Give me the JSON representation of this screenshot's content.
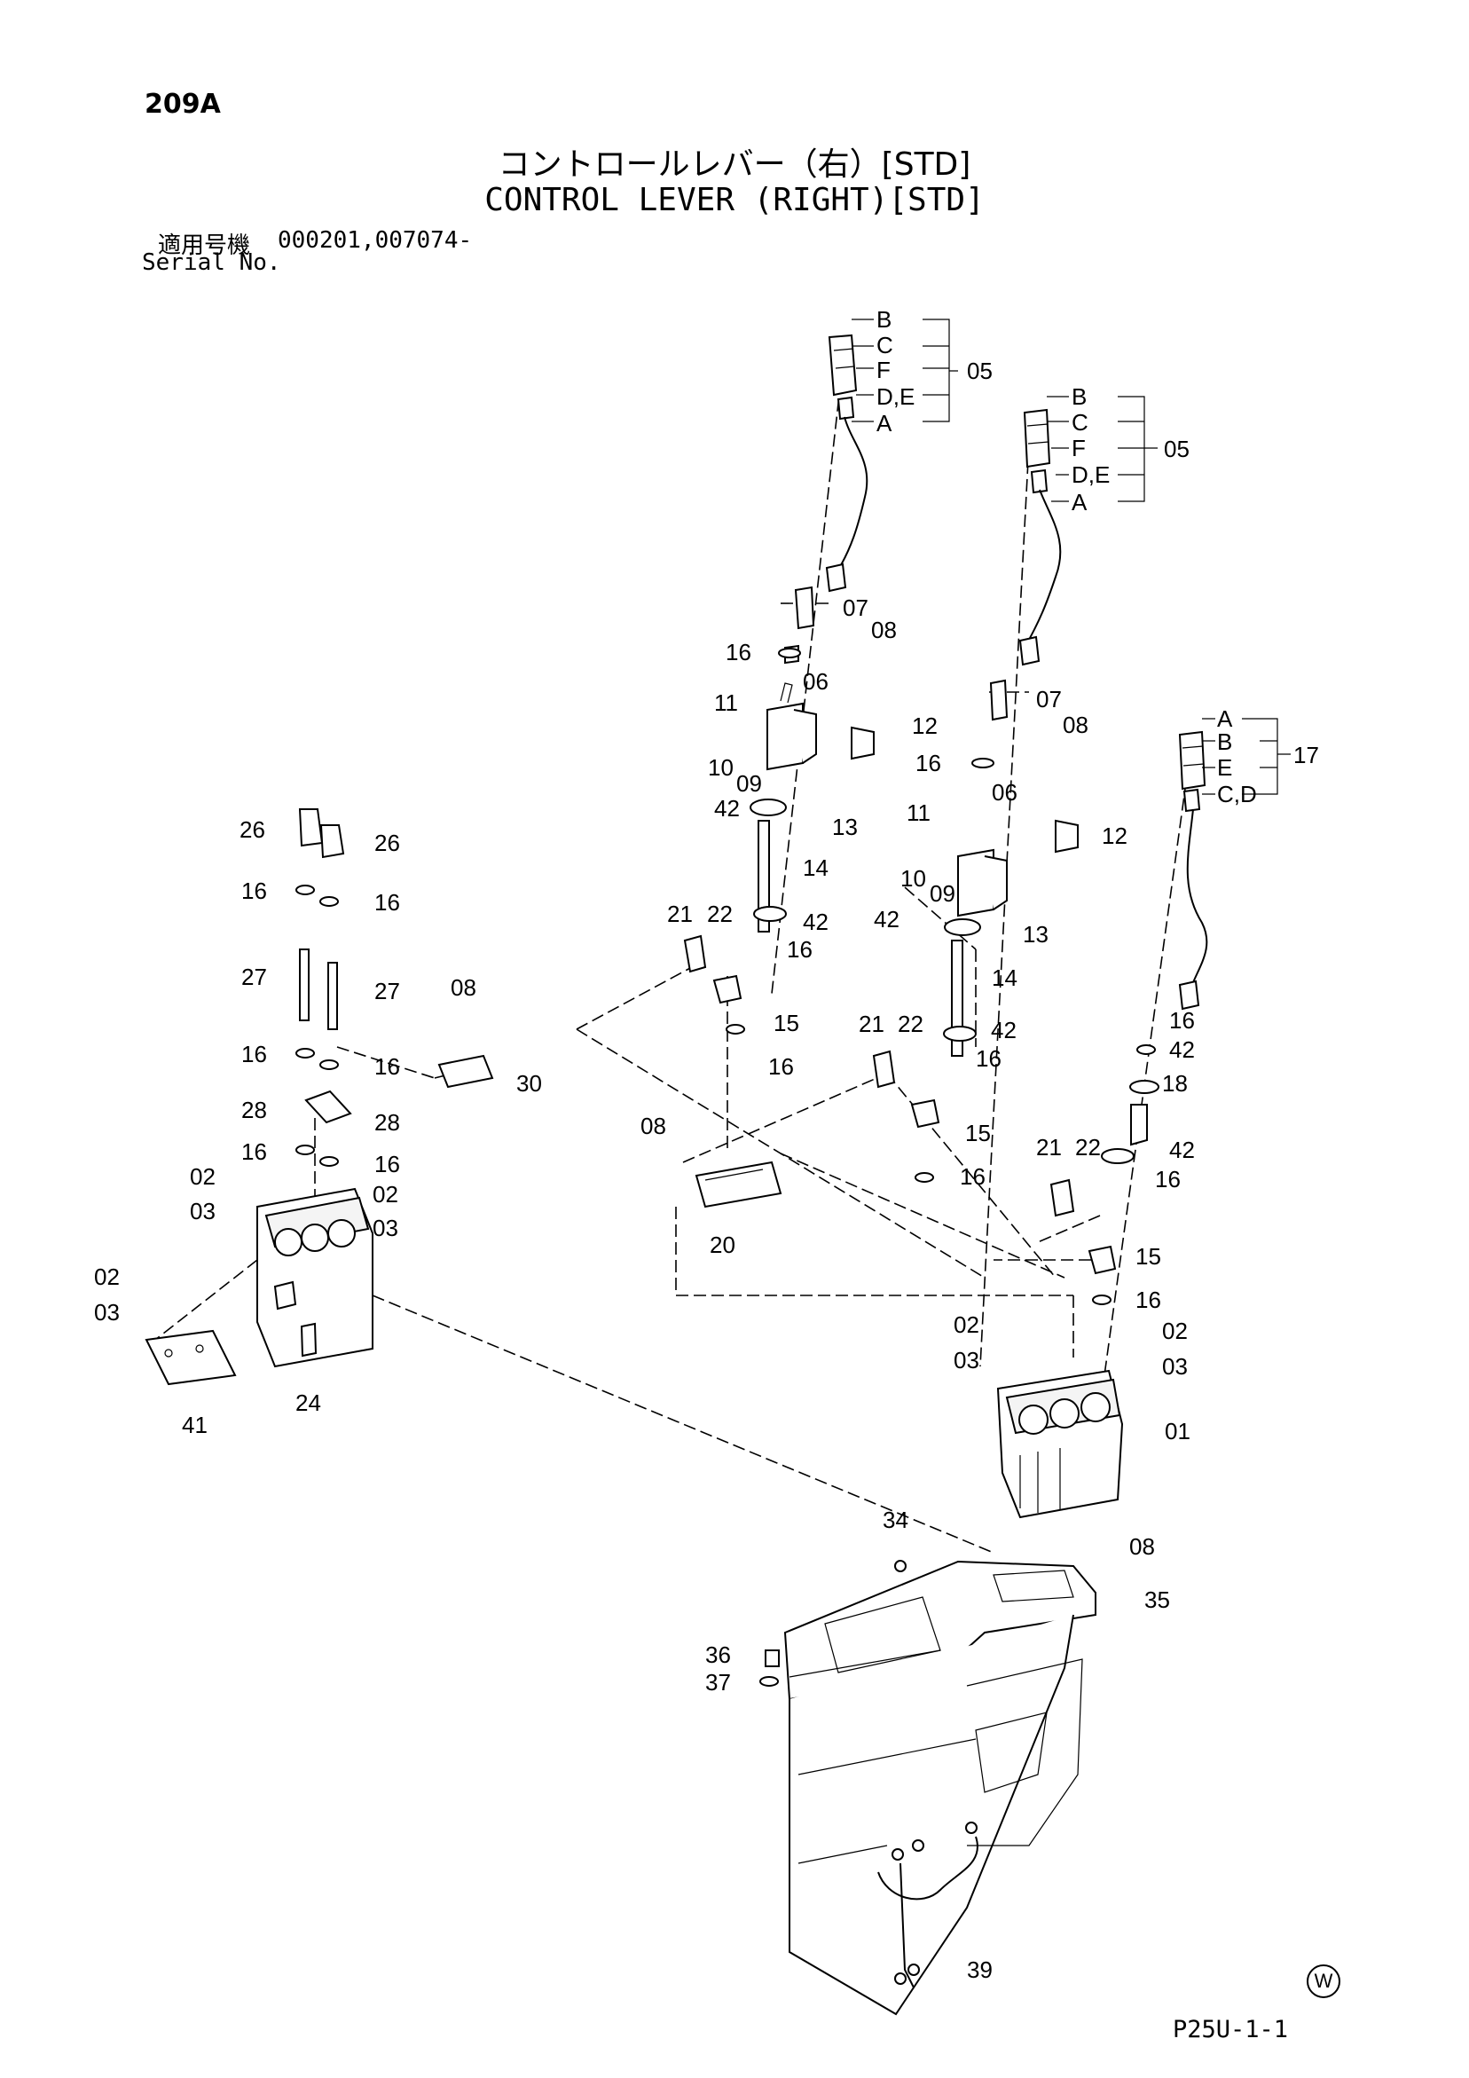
{
  "header": {
    "page_number": "209A",
    "title_jp": "コントロールレバー（右）[STD]",
    "title_en": "CONTROL LEVER (RIGHT)[STD]",
    "serial_label_jp": "適用号機",
    "serial_label_en": "Serial No.",
    "serial_numbers": "000201,007074-"
  },
  "footer": {
    "figure_code": "P25U-1-1",
    "mark": "W"
  },
  "callouts": {
    "c01": "01",
    "c02a": "02",
    "c02b": "02",
    "c02c": "02",
    "c02d": "02",
    "c02e": "02",
    "c03a": "03",
    "c03b": "03",
    "c03c": "03",
    "c03d": "03",
    "c03e": "03",
    "c05a": "05",
    "c05b": "05",
    "c06a": "06",
    "c06b": "06",
    "c07a": "07",
    "c07b": "07",
    "c08a": "08",
    "c08b": "08",
    "c08c": "08",
    "c08d": "08",
    "c08e": "08",
    "c09a": "09",
    "c09b": "09",
    "c10a": "10",
    "c10b": "10",
    "c11a": "11",
    "c11b": "11",
    "c12a": "12",
    "c12b": "12",
    "c13a": "13",
    "c13b": "13",
    "c14a": "14",
    "c14b": "14",
    "c15a": "15",
    "c15b": "15",
    "c15c": "15",
    "c16a": "16",
    "c16b": "16",
    "c16c": "16",
    "c16d": "16",
    "c16e": "16",
    "c16f": "16",
    "c16g": "16",
    "c16h": "16",
    "c16i": "16",
    "c16j": "16",
    "c16k": "16",
    "c16l": "16",
    "c16m": "16",
    "c16n": "16",
    "c16o": "16",
    "c17": "17",
    "c18": "18",
    "c20": "20",
    "c21a": "21",
    "c21b": "21",
    "c21c": "21",
    "c22a": "22",
    "c22b": "22",
    "c22c": "22",
    "c24": "24",
    "c26a": "26",
    "c26b": "26",
    "c27a": "27",
    "c27b": "27",
    "c28a": "28",
    "c28b": "28",
    "c30": "30",
    "c34": "34",
    "c35": "35",
    "c36": "36",
    "c37": "37",
    "c39": "39",
    "c41": "41",
    "c42a": "42",
    "c42b": "42",
    "c42c": "42",
    "c42d": "42",
    "c42e": "42",
    "sw1_B": "B",
    "sw1_C": "C",
    "sw1_F": "F",
    "sw1_DE": "D,E",
    "sw1_A": "A",
    "sw2_B": "B",
    "sw2_C": "C",
    "sw2_F": "F",
    "sw2_DE": "D,E",
    "sw2_A": "A",
    "sw3_A": "A",
    "sw3_B": "B",
    "sw3_E": "E",
    "sw3_CD": "C,D"
  }
}
